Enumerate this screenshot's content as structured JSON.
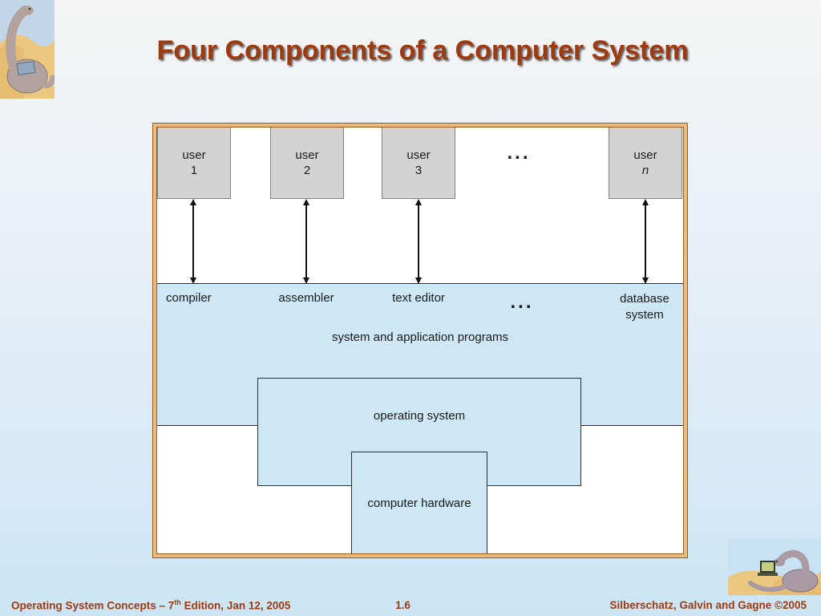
{
  "slide": {
    "title": "Four Components of a Computer System",
    "page_number": "1.6",
    "footer_left": {
      "pre": "Operating System Concepts – 7",
      "sup": "th",
      "post": " Edition, Jan 12, 2005"
    },
    "footer_right": "Silberschatz, Galvin and Gagne ©2005"
  },
  "diagram": {
    "user_boxes": [
      {
        "line1": "user",
        "line2": "1"
      },
      {
        "line1": "user",
        "line2": "2"
      },
      {
        "line1": "user",
        "line2": "3"
      },
      {
        "line1": "user",
        "line2": "n"
      }
    ],
    "top_ellipsis": "...",
    "band": {
      "labels": {
        "compiler": "compiler",
        "assembler": "assembler",
        "text_editor": "text editor",
        "ellipsis": "...",
        "database_line1": "database",
        "database_line2": "system"
      },
      "caption": "system and application programs"
    },
    "os_box_label": "operating system",
    "hw_box_label": "computer hardware"
  },
  "icons": {
    "top_left": "dinosaur-reading-icon",
    "bottom_right": "dinosaur-laptop-icon"
  },
  "colors": {
    "title_text": "#9e3a12",
    "footer_text": "#9e3a12",
    "frame_border_dark": "#9a5b16",
    "frame_border_light": "#e8bb82",
    "band_fill": "#cde7f5",
    "user_box_fill": "#d3d3d3",
    "user_box_border": "#808080",
    "inner_box_border": "#2f2f2f",
    "background_top": "#f4f5f4",
    "background_bottom": "#cbe5f4"
  }
}
